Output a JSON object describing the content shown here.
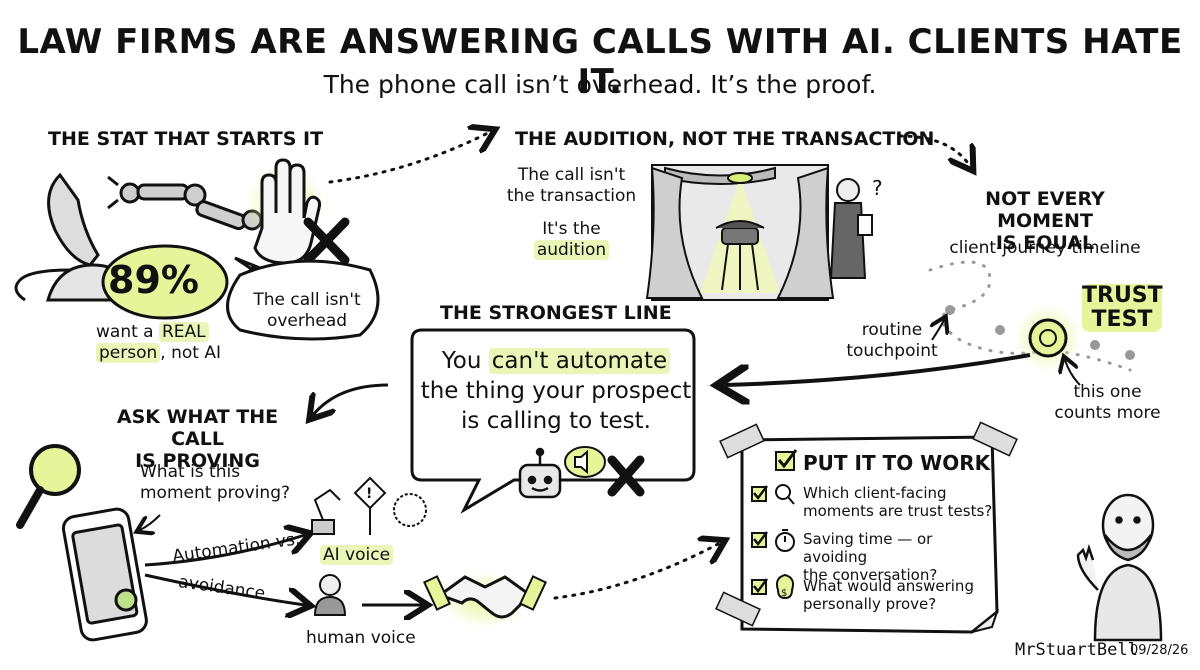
{
  "title": "LAW FIRMS ARE ANSWERING CALLS WITH AI. CLIENTS HATE IT.",
  "subtitle": "The phone call isn’t overhead. It’s the proof.",
  "stat": {
    "heading": "THE STAT THAT STARTS IT",
    "percent": "89%",
    "caption_pre": "want a ",
    "caption_hl": "REAL",
    "caption_hl2": "person",
    "caption_post": ", not AI",
    "bubble": [
      "The call isn't",
      "overhead"
    ]
  },
  "audition": {
    "heading": "THE AUDITION, NOT THE TRANSACTION",
    "line1": "The call isn't",
    "line2": "the transaction",
    "line3": "It's the",
    "line4": "audition",
    "question": "?"
  },
  "moment": {
    "heading1": "NOT EVERY MOMENT",
    "heading2": "IS EQUAL",
    "sub": "client-journey timeline",
    "trust1": "TRUST",
    "trust2": "TEST",
    "routine1": "routine",
    "routine2": "touchpoint",
    "counts1": "this one",
    "counts2": "counts more"
  },
  "strongest": {
    "heading": "THE STRONGEST LINE",
    "line1_pre": "You ",
    "line1_hl": "can't automate",
    "line2": "the thing your prospect",
    "line3": "is calling to test."
  },
  "ask": {
    "heading1": "ASK WHAT THE CALL",
    "heading2": "IS PROVING",
    "q1": "What is this",
    "q2": "moment proving?",
    "branch1": "Automation vs.",
    "branch2": "avoidance",
    "ai_voice": "AI voice",
    "human_voice": "human voice"
  },
  "work": {
    "heading": "PUT IT TO WORK",
    "items": [
      {
        "icon": "magnifier-icon",
        "l1": "Which client-facing",
        "l2": "moments are trust tests?"
      },
      {
        "icon": "stopwatch-icon",
        "l1": "Saving time — or avoiding",
        "l2": "the conversation?"
      },
      {
        "icon": "money-bag-icon",
        "l1": "What would answering",
        "l2": "personally prove?"
      }
    ]
  },
  "signature": "MrStuartBell",
  "date": "09/28/26",
  "colors": {
    "highlight": "#eaf5b8",
    "accent": "#d8ef7a",
    "ink": "#111111"
  }
}
